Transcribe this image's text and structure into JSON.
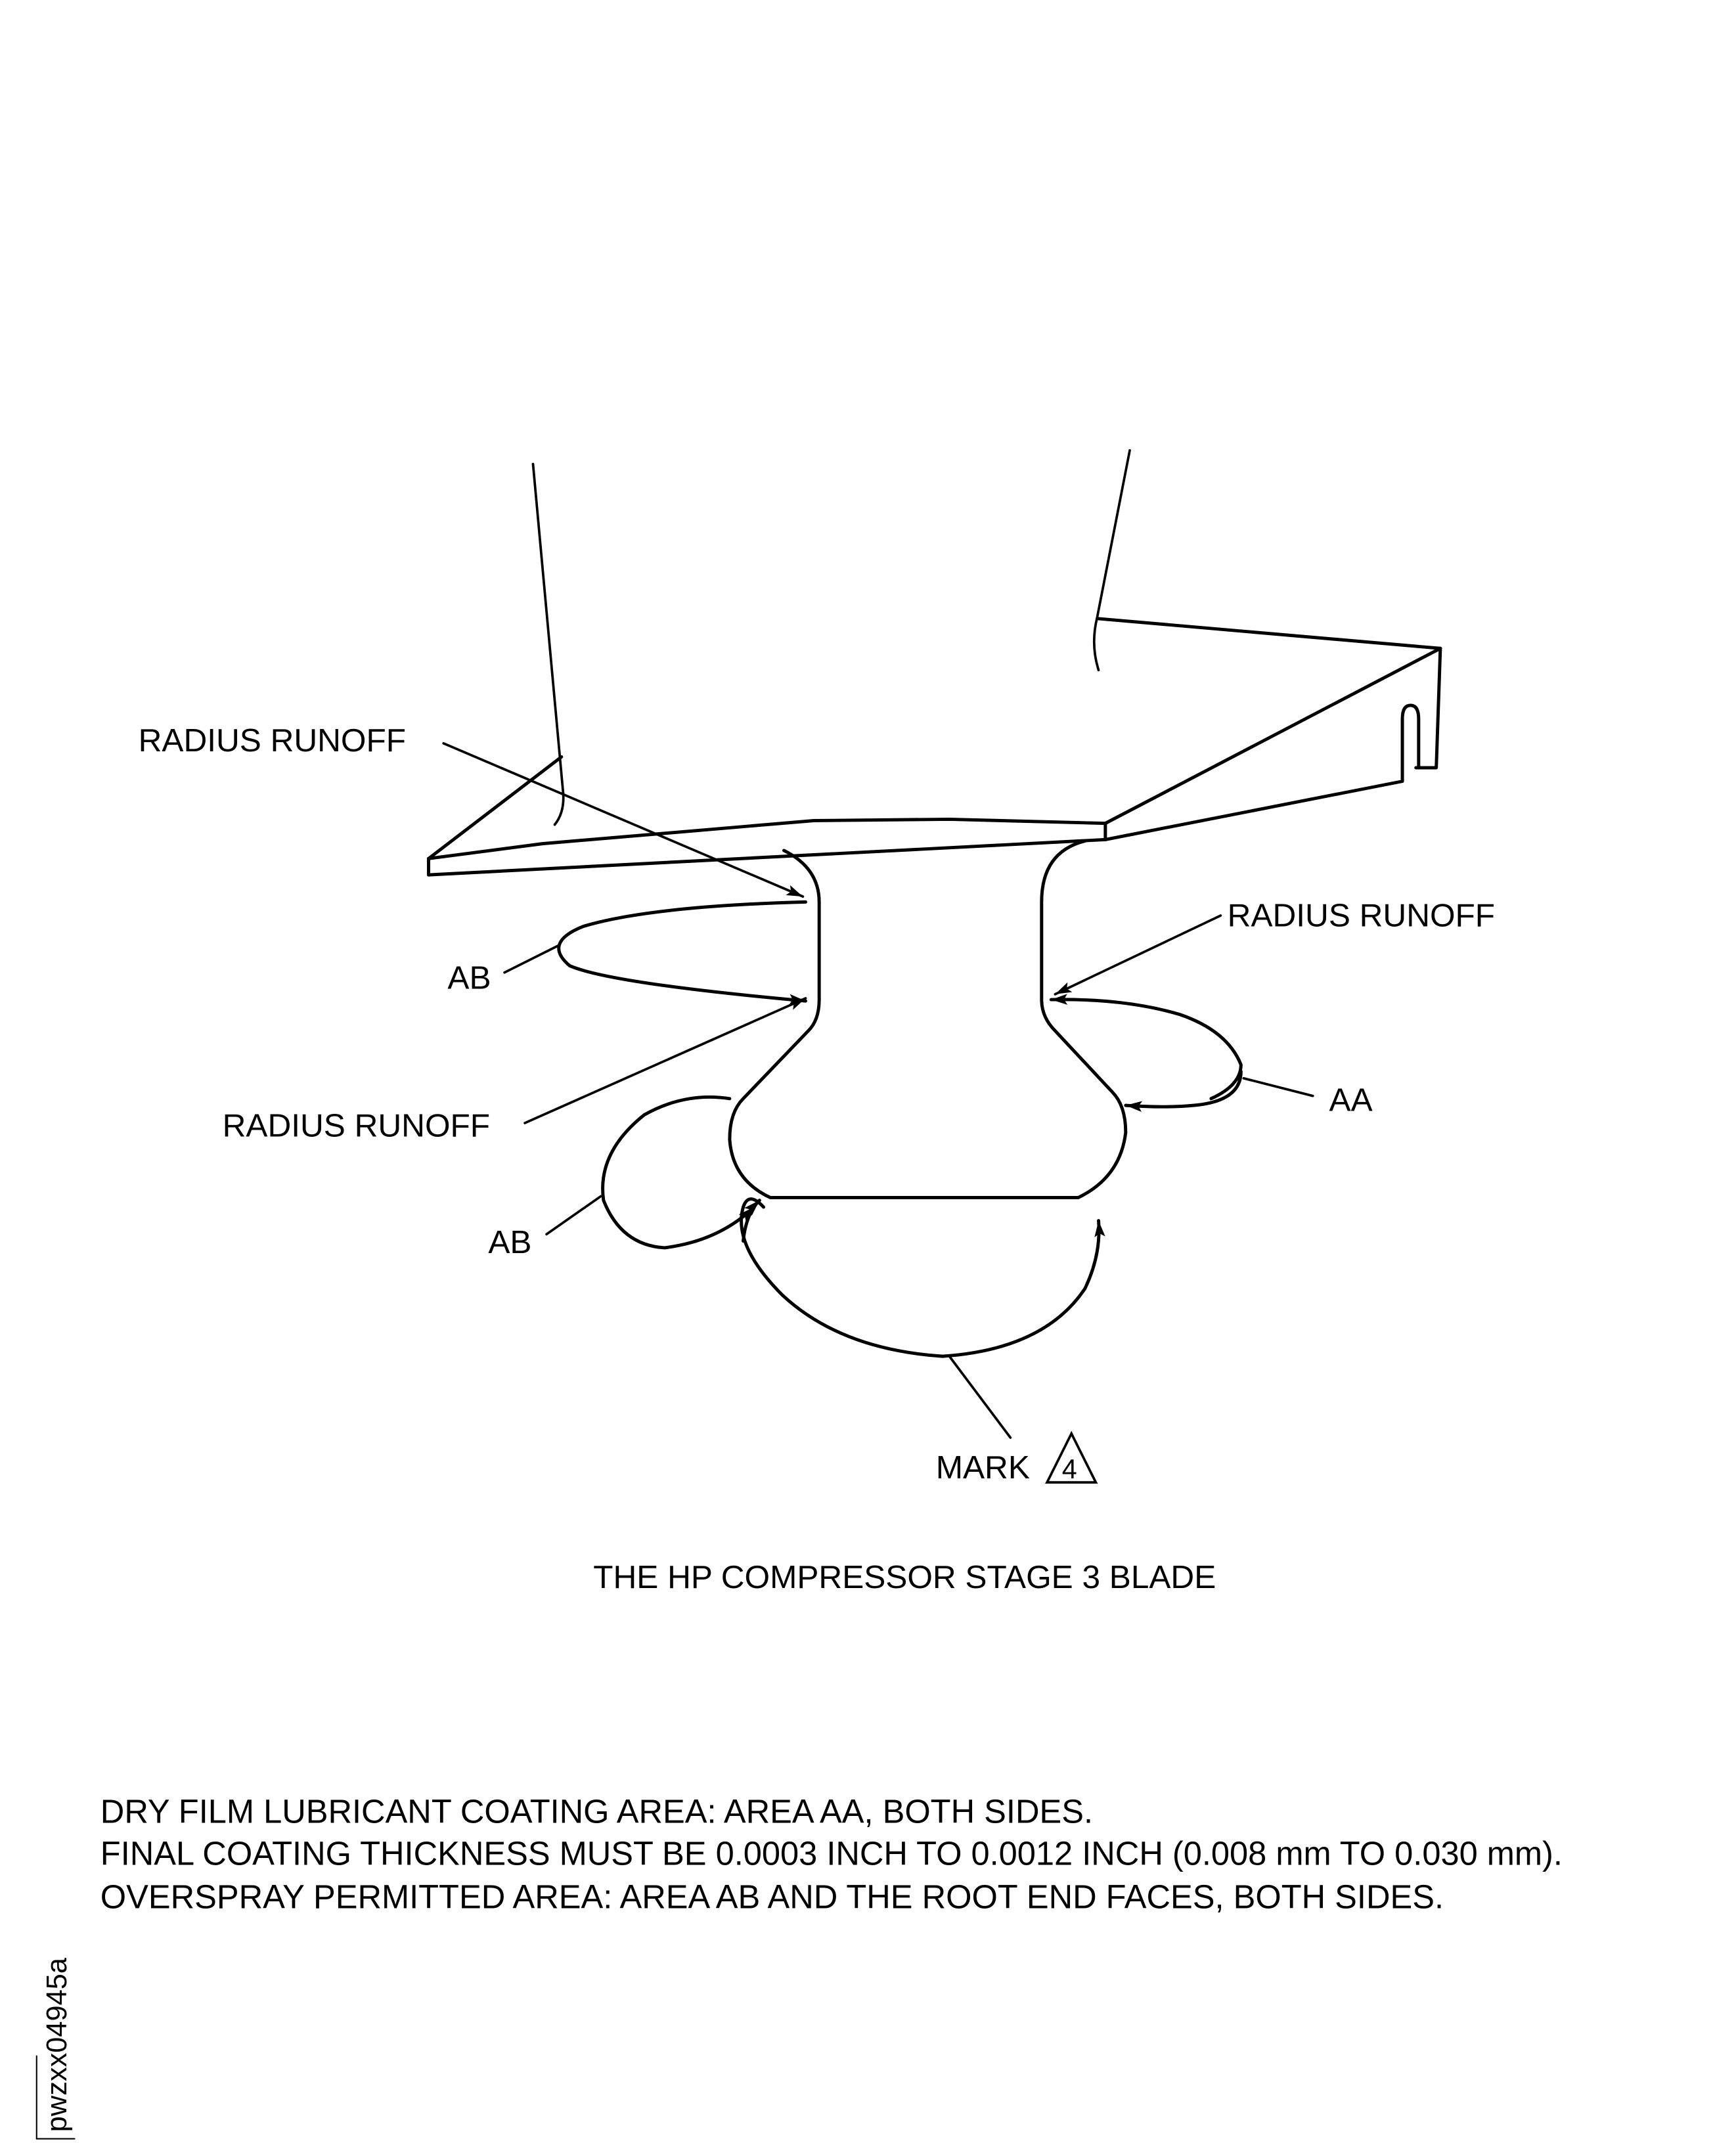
{
  "figure": {
    "title": "THE HP COMPRESSOR STAGE 3 BLADE",
    "figure_code": "pwzxx04945a"
  },
  "callouts": {
    "radius_runoff_upper_left": "RADIUS RUNOFF",
    "radius_runoff_right": "RADIUS RUNOFF",
    "radius_runoff_lower_left": "RADIUS RUNOFF",
    "area_ab_upper": "AB",
    "area_ab_lower": "AB",
    "area_aa": "AA",
    "mark": "MARK",
    "mark_flag_number": "4"
  },
  "notes": [
    "DRY FILM LUBRICANT COATING AREA: AREA AA, BOTH SIDES.",
    "FINAL COATING THICKNESS MUST BE 0.0003 INCH TO 0.0012 INCH (0.008 mm TO 0.030 mm).",
    "OVERSPRAY PERMITTED AREA: AREA AB AND THE ROOT END FACES, BOTH SIDES."
  ],
  "colors": {
    "line": "#000000",
    "background": "#ffffff"
  }
}
